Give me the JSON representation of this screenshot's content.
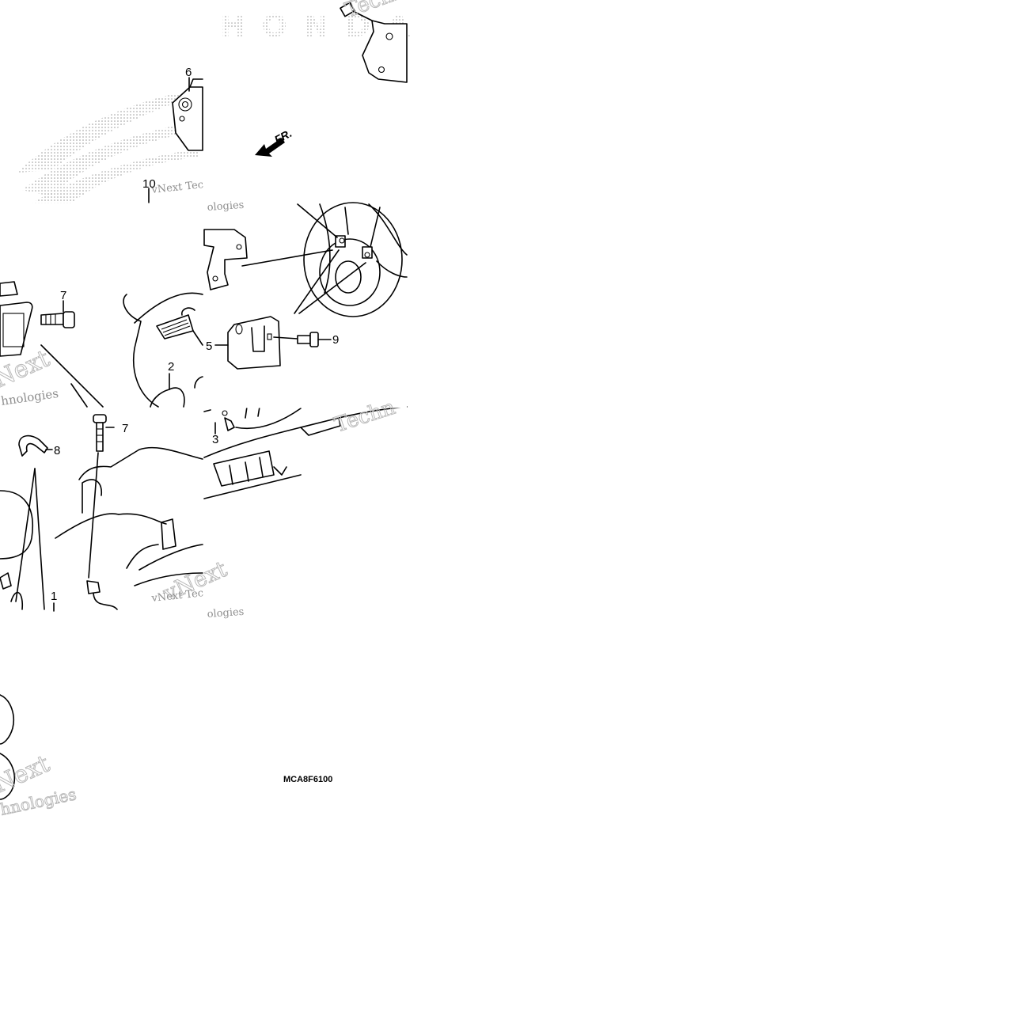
{
  "diagram": {
    "code": "MCA8F6100",
    "direction_label": "FR.",
    "callouts": [
      {
        "id": "c1",
        "text": "1"
      },
      {
        "id": "c2",
        "text": "2"
      },
      {
        "id": "c3",
        "text": "3"
      },
      {
        "id": "c5",
        "text": "5"
      },
      {
        "id": "c6",
        "text": "6"
      },
      {
        "id": "c7a",
        "text": "7"
      },
      {
        "id": "c7b",
        "text": "7"
      },
      {
        "id": "c8",
        "text": "8"
      },
      {
        "id": "c9",
        "text": "9"
      },
      {
        "id": "c10",
        "text": "10"
      }
    ]
  },
  "watermark": {
    "brand": "HONDA",
    "word1": "vNext",
    "word2": "Technologies",
    "phrase_a": "vNext Tec",
    "phrase_b": "ologies",
    "phrase_c": "hnologies",
    "phrase_d": "Techn",
    "phrase_e": "Next"
  }
}
